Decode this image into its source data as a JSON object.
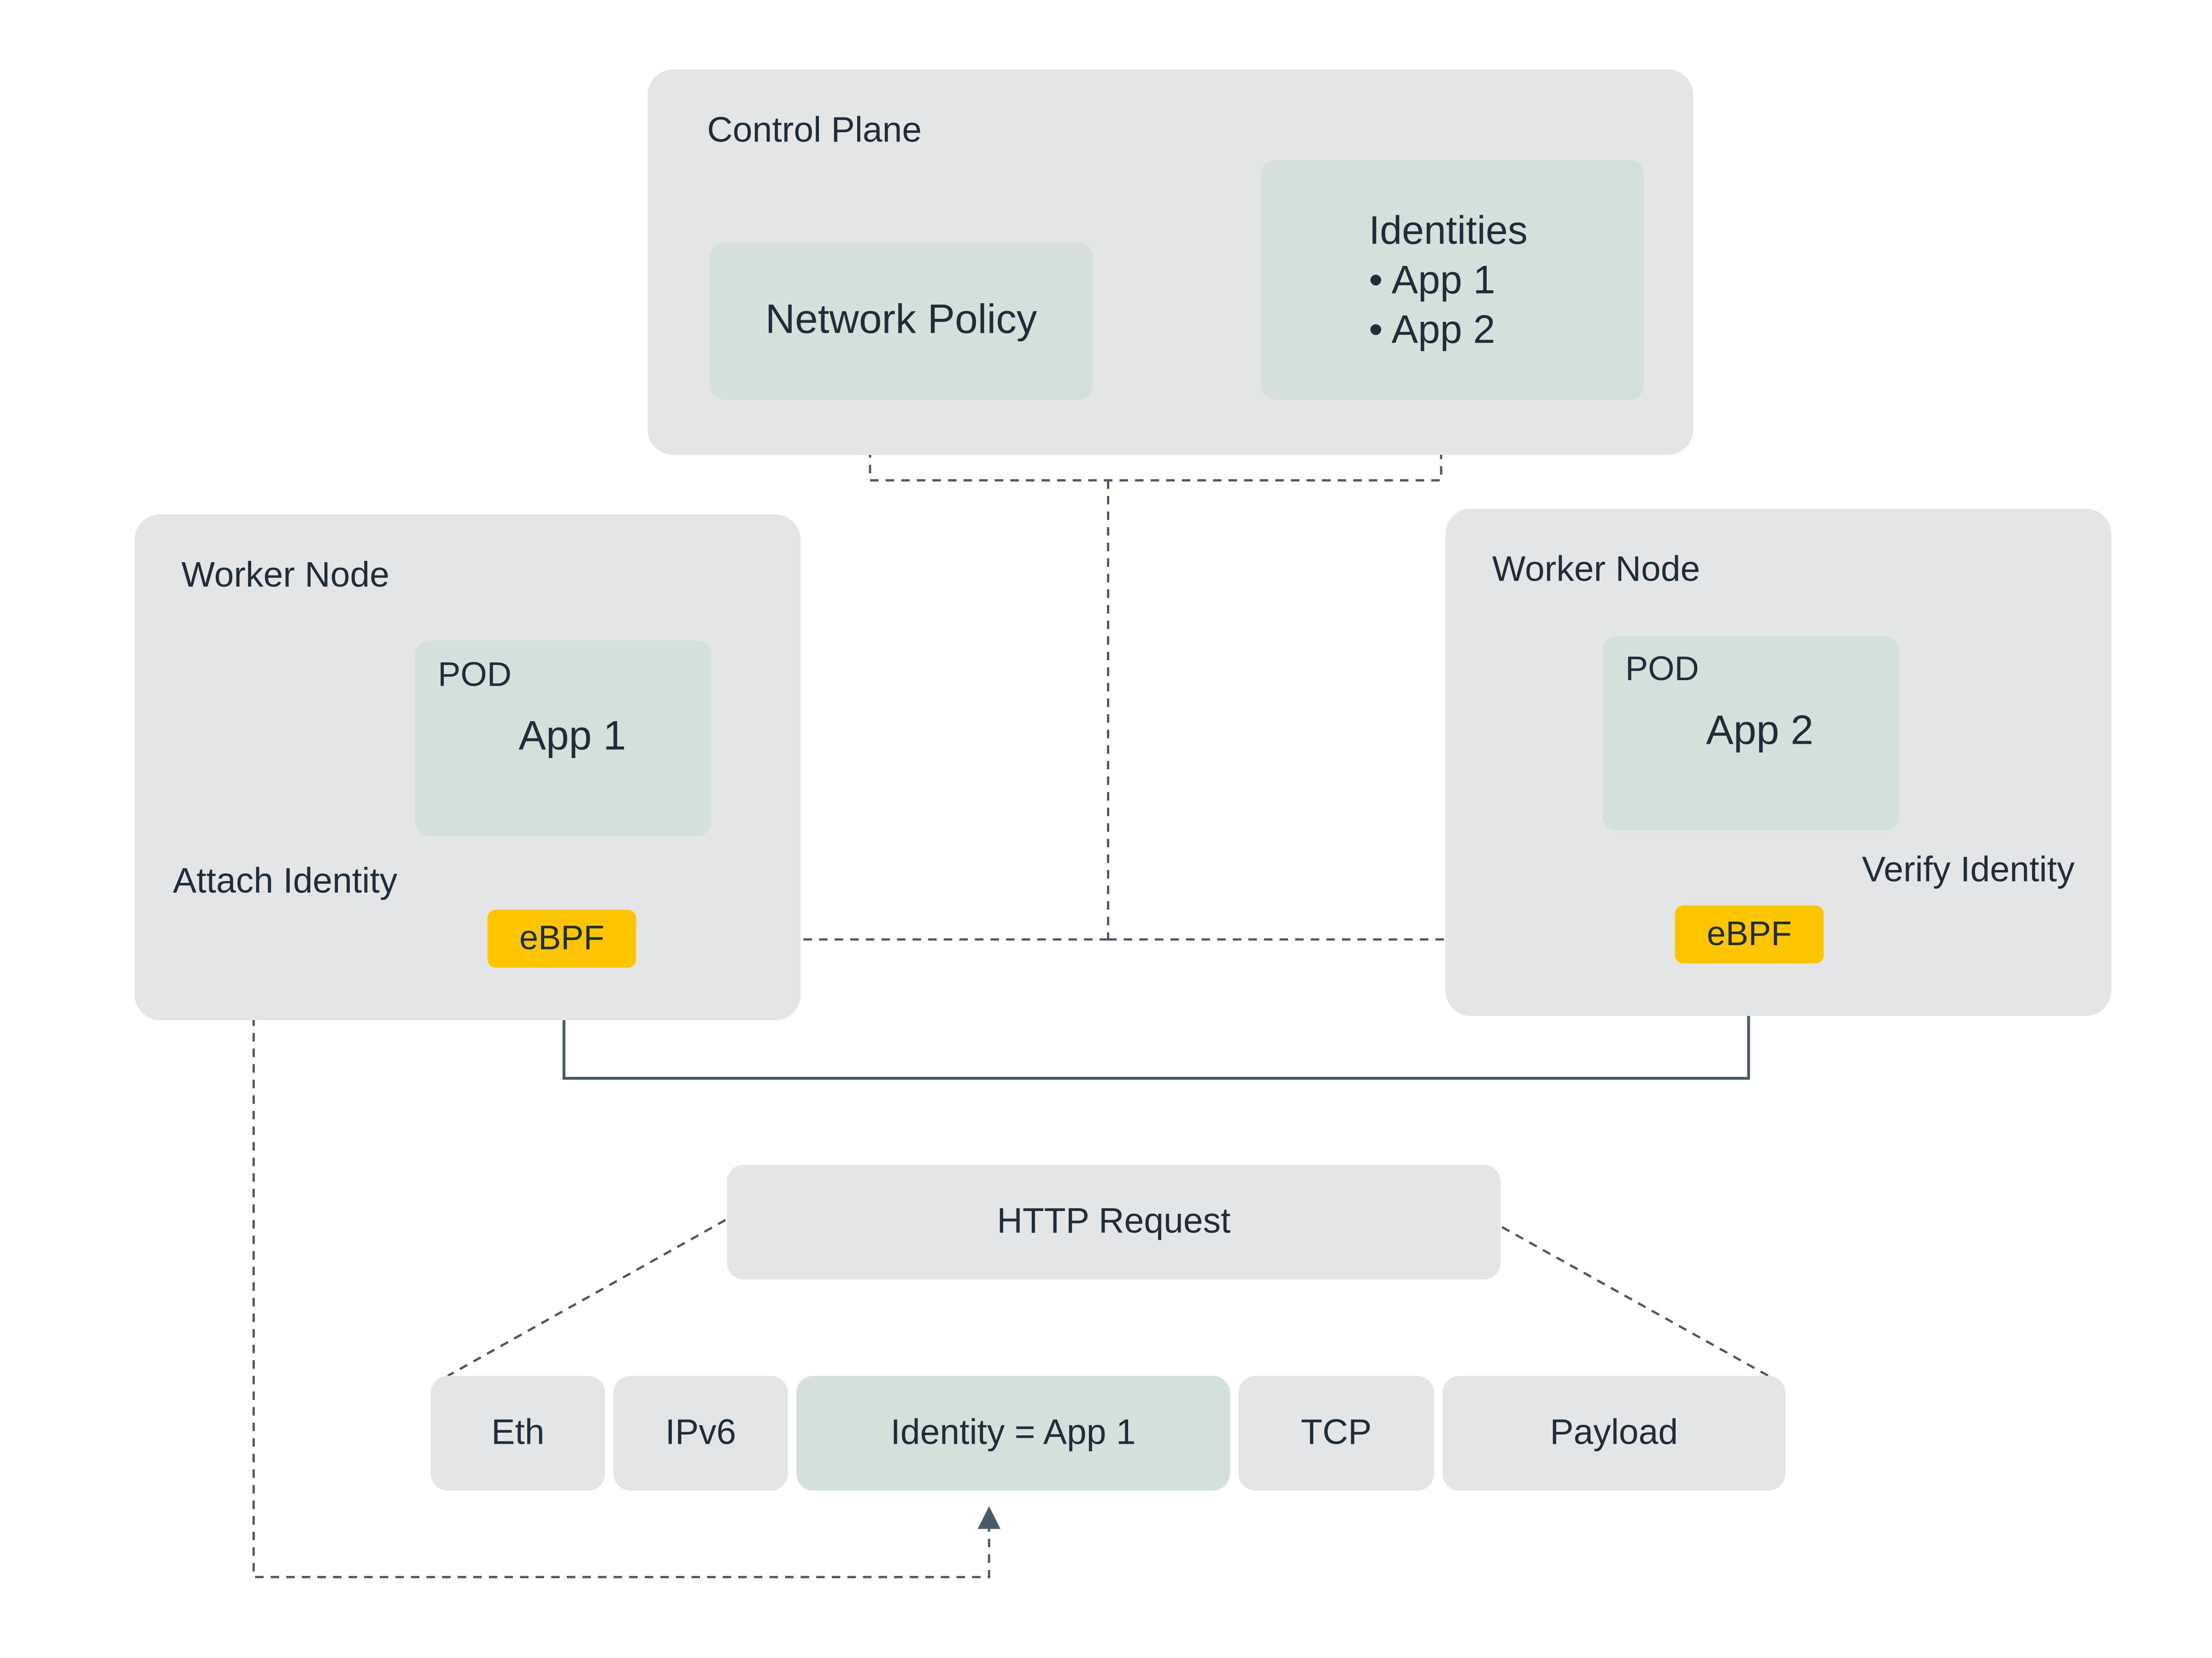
{
  "control_plane": {
    "title": "Control Plane",
    "network_policy": "Network Policy",
    "identities": {
      "title": "Identities",
      "items": [
        "• App 1",
        "• App 2"
      ]
    }
  },
  "worker_left": {
    "title": "Worker Node",
    "pod_label": "POD",
    "app": "App 1",
    "caption": "Attach Identity",
    "ebpf": "eBPF"
  },
  "worker_right": {
    "title": "Worker Node",
    "pod_label": "POD",
    "app": "App 2",
    "caption": "Verify Identity",
    "ebpf": "eBPF"
  },
  "http_request": {
    "title": "HTTP Request",
    "segments": [
      "Eth",
      "IPv6",
      "Identity = App 1",
      "TCP",
      "Payload"
    ]
  },
  "colors": {
    "container": "#e4e5e7",
    "inner": "#d4e0dc",
    "ebpf": "#fdc500",
    "line": "#4a5968",
    "text": "#1f2d3a"
  }
}
